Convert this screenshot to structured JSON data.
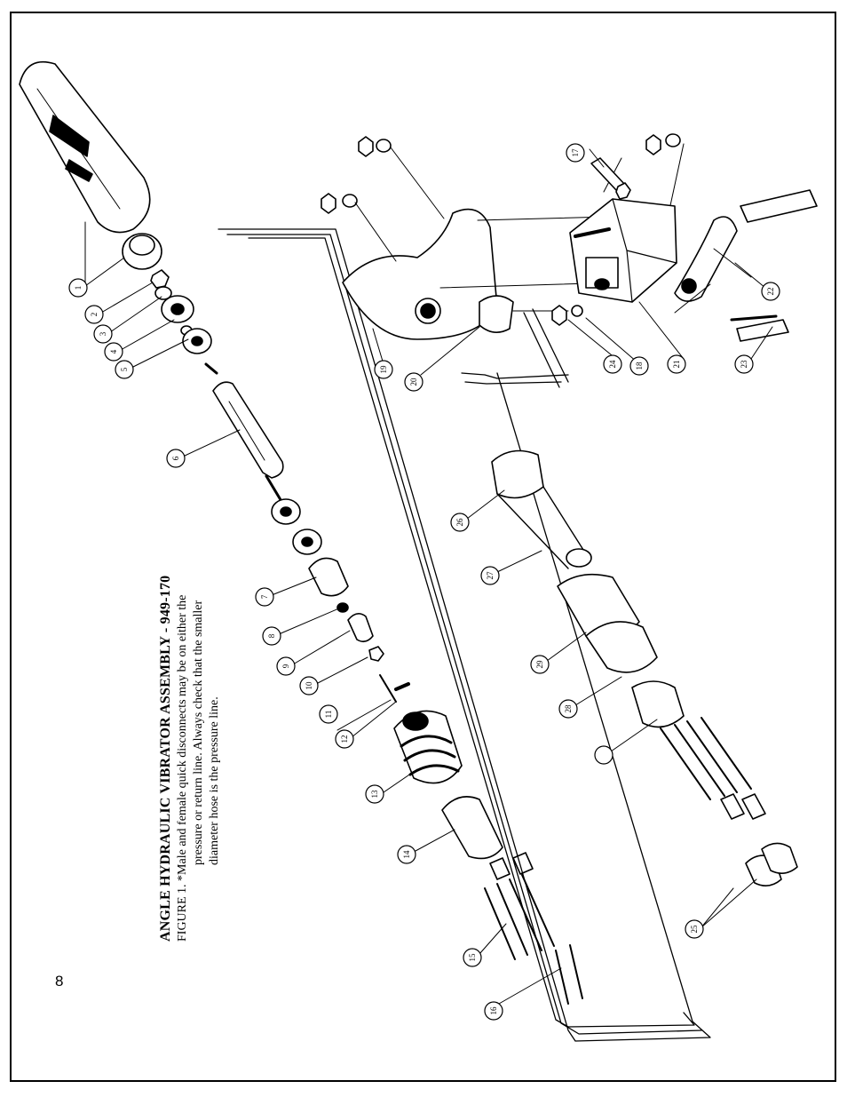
{
  "caption": {
    "title": "ANGLE HYDRAULIC VIBRATOR ASSEMBLY - 949-170",
    "line1": "FIGURE 1. *Male and female quick disconnects may be on either the",
    "line2": "pressure or return line. Always check that the smaller",
    "line3": "diameter hose is the pressure line."
  },
  "page_number": "8",
  "callouts": [
    "1",
    "2",
    "3",
    "4",
    "5",
    "6",
    "7",
    "8",
    "9",
    "10",
    "11",
    "12",
    "13",
    "14",
    "15",
    "16",
    "17",
    "18",
    "19",
    "20",
    "21",
    "22",
    "23",
    "24",
    "25",
    "26",
    "27",
    "28",
    "29"
  ]
}
